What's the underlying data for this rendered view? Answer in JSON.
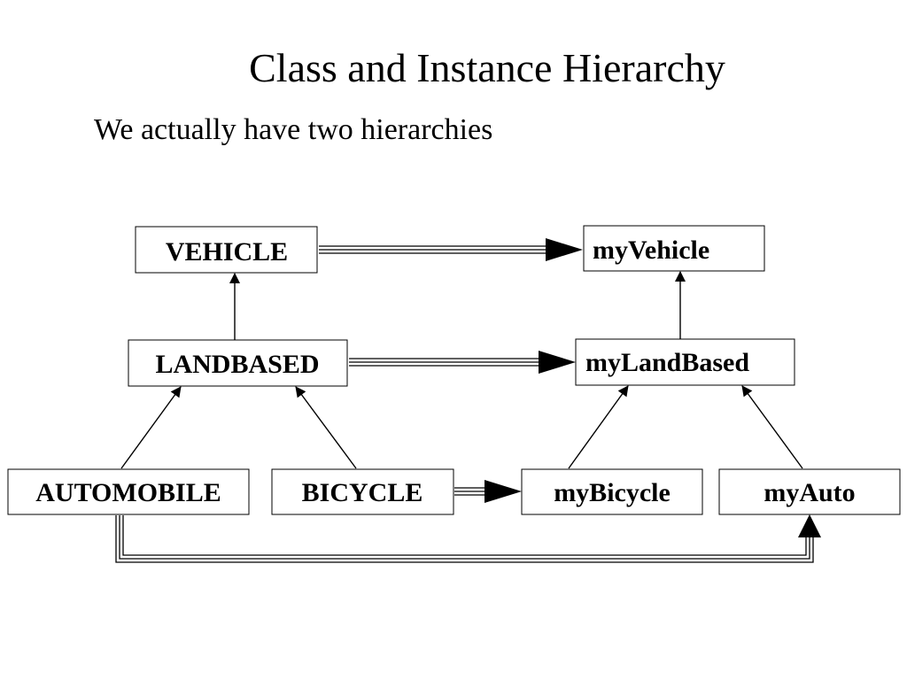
{
  "slide": {
    "title": "Class and Instance Hierarchy",
    "subtitle": "We actually have two hierarchies"
  },
  "nodes": {
    "vehicle": "VEHICLE",
    "landbased": "LANDBASED",
    "automobile": "AUTOMOBILE",
    "bicycle": "BICYCLE",
    "my_vehicle": "myVehicle",
    "my_landbased": "myLandBased",
    "my_bicycle": "myBicycle",
    "my_auto": "myAuto"
  },
  "edges": [
    {
      "from": "landbased",
      "to": "vehicle",
      "kind": "subclass"
    },
    {
      "from": "automobile",
      "to": "landbased",
      "kind": "subclass"
    },
    {
      "from": "bicycle",
      "to": "landbased",
      "kind": "subclass"
    },
    {
      "from": "my_landbased",
      "to": "my_vehicle",
      "kind": "subclass"
    },
    {
      "from": "my_bicycle",
      "to": "my_landbased",
      "kind": "subclass"
    },
    {
      "from": "my_auto",
      "to": "my_landbased",
      "kind": "subclass"
    },
    {
      "from": "vehicle",
      "to": "my_vehicle",
      "kind": "instance"
    },
    {
      "from": "landbased",
      "to": "my_landbased",
      "kind": "instance"
    },
    {
      "from": "bicycle",
      "to": "my_bicycle",
      "kind": "instance"
    },
    {
      "from": "automobile",
      "to": "my_auto",
      "kind": "instance"
    }
  ],
  "colors": {
    "line": "#000000",
    "background": "#ffffff"
  }
}
